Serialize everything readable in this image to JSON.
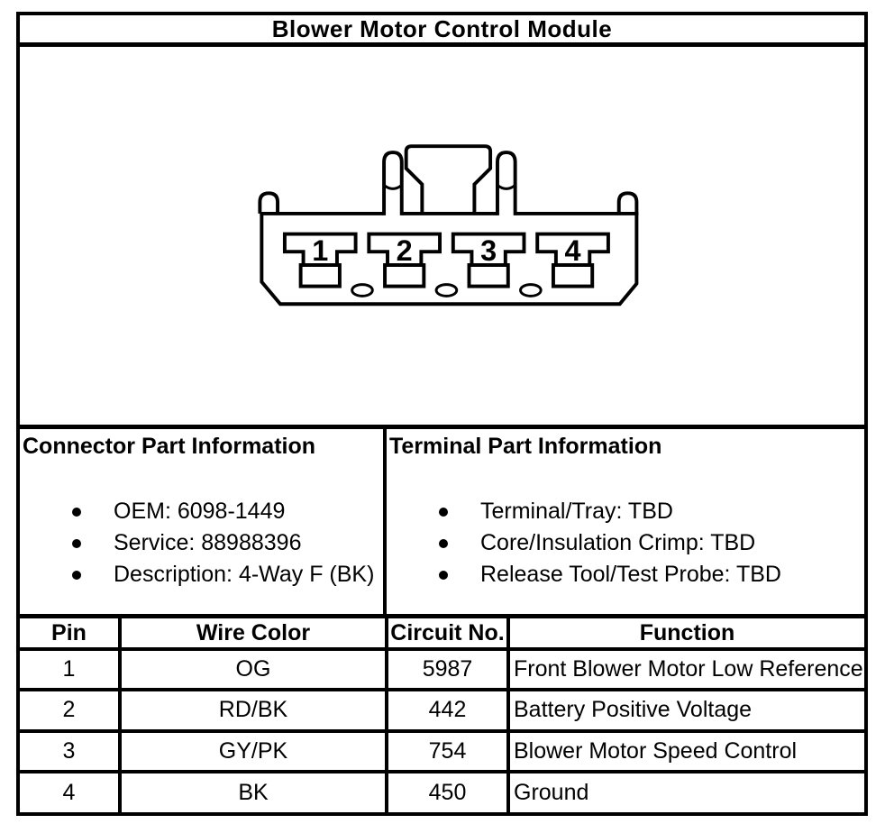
{
  "title": "Blower Motor Control Module",
  "diagram": {
    "description": "4-way connector face view",
    "pins": [
      "1",
      "2",
      "3",
      "4"
    ]
  },
  "connector_info": {
    "heading": "Connector Part Information",
    "items": [
      "OEM: 6098-1449",
      "Service: 88988396",
      "Description: 4-Way F (BK)"
    ]
  },
  "terminal_info": {
    "heading": "Terminal Part Information",
    "items": [
      "Terminal/Tray: TBD",
      "Core/Insulation Crimp: TBD",
      "Release Tool/Test Probe: TBD"
    ]
  },
  "pin_table": {
    "headers": [
      "Pin",
      "Wire Color",
      "Circuit No.",
      "Function"
    ],
    "rows": [
      {
        "pin": "1",
        "wire_color": "OG",
        "circuit_no": "5987",
        "function": "Front Blower Motor Low Reference"
      },
      {
        "pin": "2",
        "wire_color": "RD/BK",
        "circuit_no": "442",
        "function": "Battery Positive Voltage"
      },
      {
        "pin": "3",
        "wire_color": "GY/PK",
        "circuit_no": "754",
        "function": "Blower Motor Speed Control"
      },
      {
        "pin": "4",
        "wire_color": "BK",
        "circuit_no": "450",
        "function": "Ground"
      }
    ]
  },
  "colors": {
    "ink": "#000000",
    "background": "#ffffff"
  }
}
